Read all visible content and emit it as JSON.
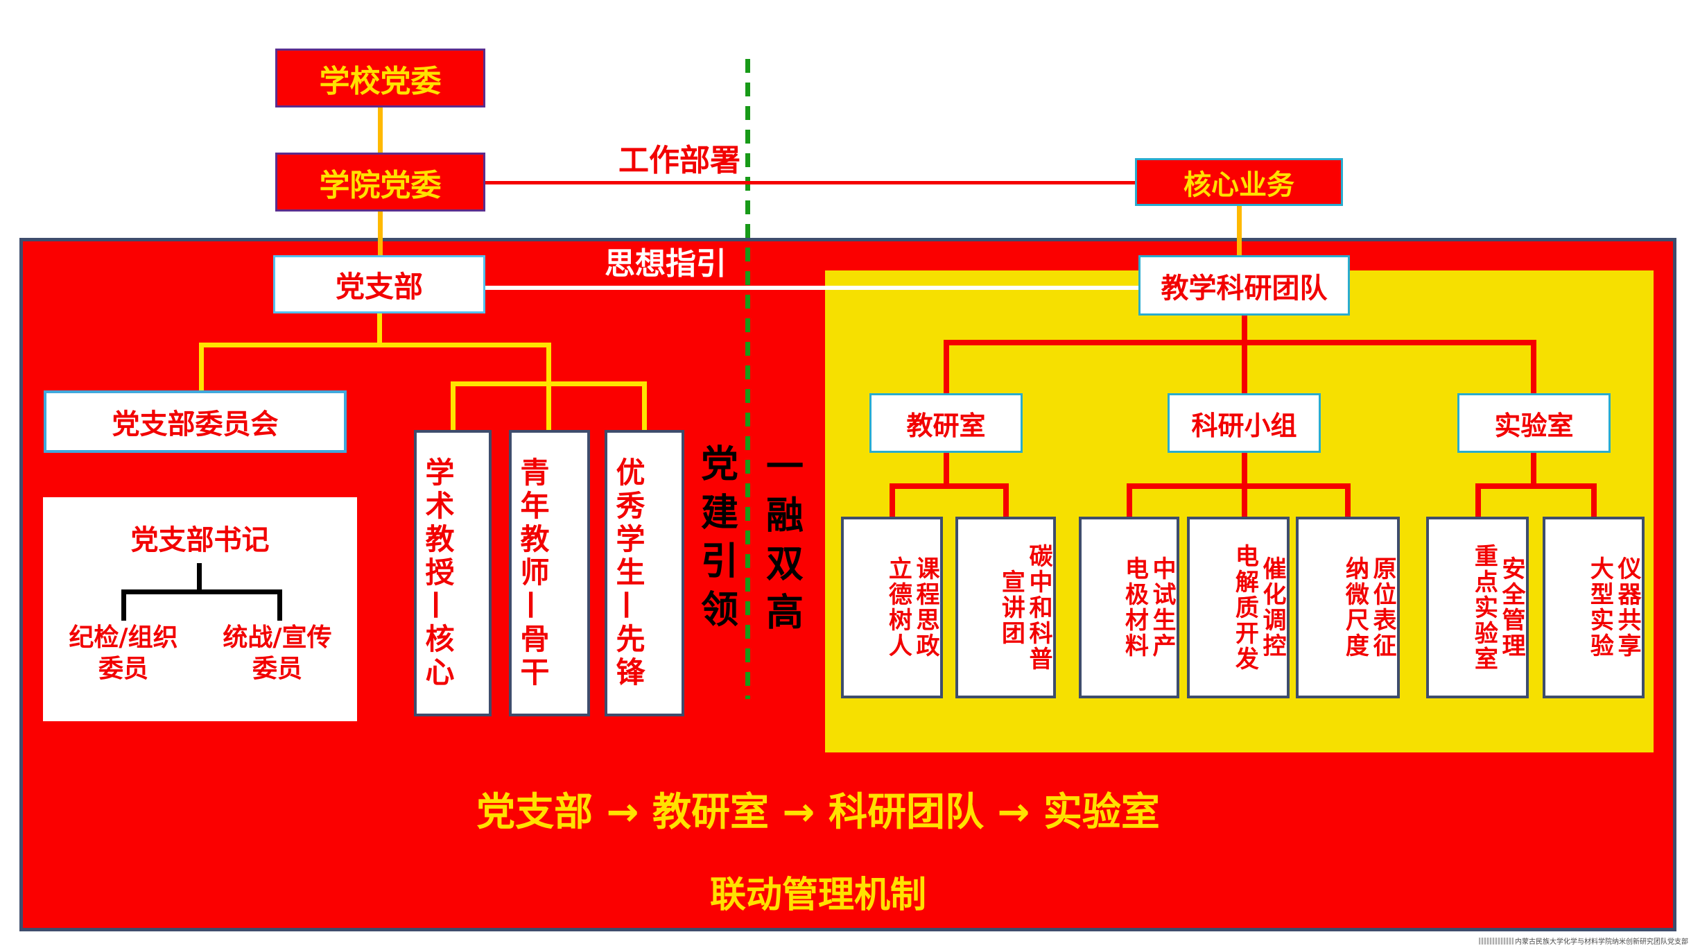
{
  "colors": {
    "red": "#FB0000",
    "line_red": "#F50000",
    "yellow_panel": "#F6E000",
    "text_yellow": "#FFE100",
    "orange_connector": "#FFB900",
    "tree_yellow": "#FFE400",
    "purple_border": "#5B2D8E",
    "cyan_border": "#29ACCF",
    "light_blue_border": "#41A8DC",
    "dark_border": "#3E4D6D",
    "green_dash": "#189A18",
    "black": "#000000"
  },
  "org": {
    "school_committee": "学校党委",
    "college_committee": "学院党委",
    "party_branch": "党支部",
    "core_business": "核心业务",
    "teaching_team": "教学科研团队"
  },
  "labels": {
    "work_deployment": "工作部署",
    "ideological_guidance": "思想指引"
  },
  "slogans": {
    "party_building": "党建引领",
    "integration": "一融双高"
  },
  "left": {
    "committee": "党支部委员会",
    "secretary": "党支部书记",
    "member1": [
      "纪检/组织",
      "委员"
    ],
    "member2": [
      "统战/宣传",
      "委员"
    ],
    "pillars": [
      "学术教授—核心",
      "青年教师—骨干",
      "优秀学生—先锋"
    ]
  },
  "right": {
    "groups": [
      "教研室",
      "科研小组",
      "实验室"
    ],
    "children": [
      {
        "cols": [
          "课程思政",
          "立德树人"
        ]
      },
      {
        "cols": [
          "碳中和科普",
          "宣讲团"
        ]
      },
      {
        "cols": [
          "中试生产",
          "电极材料"
        ]
      },
      {
        "cols": [
          "催化调控",
          "电解质开发"
        ]
      },
      {
        "cols": [
          "原位表征",
          "纳微尺度"
        ]
      },
      {
        "cols": [
          "安全管理",
          "重点实验室"
        ]
      },
      {
        "cols": [
          "仪器共享",
          "大型实验"
        ]
      }
    ]
  },
  "bottom": {
    "flow": "党支部 → 教研室 → 科研团队 → 实验室",
    "mechanism": "联动管理机制"
  },
  "watermark": "内蒙古民族大学化学与材料学院纳米创新研究团队党支部"
}
